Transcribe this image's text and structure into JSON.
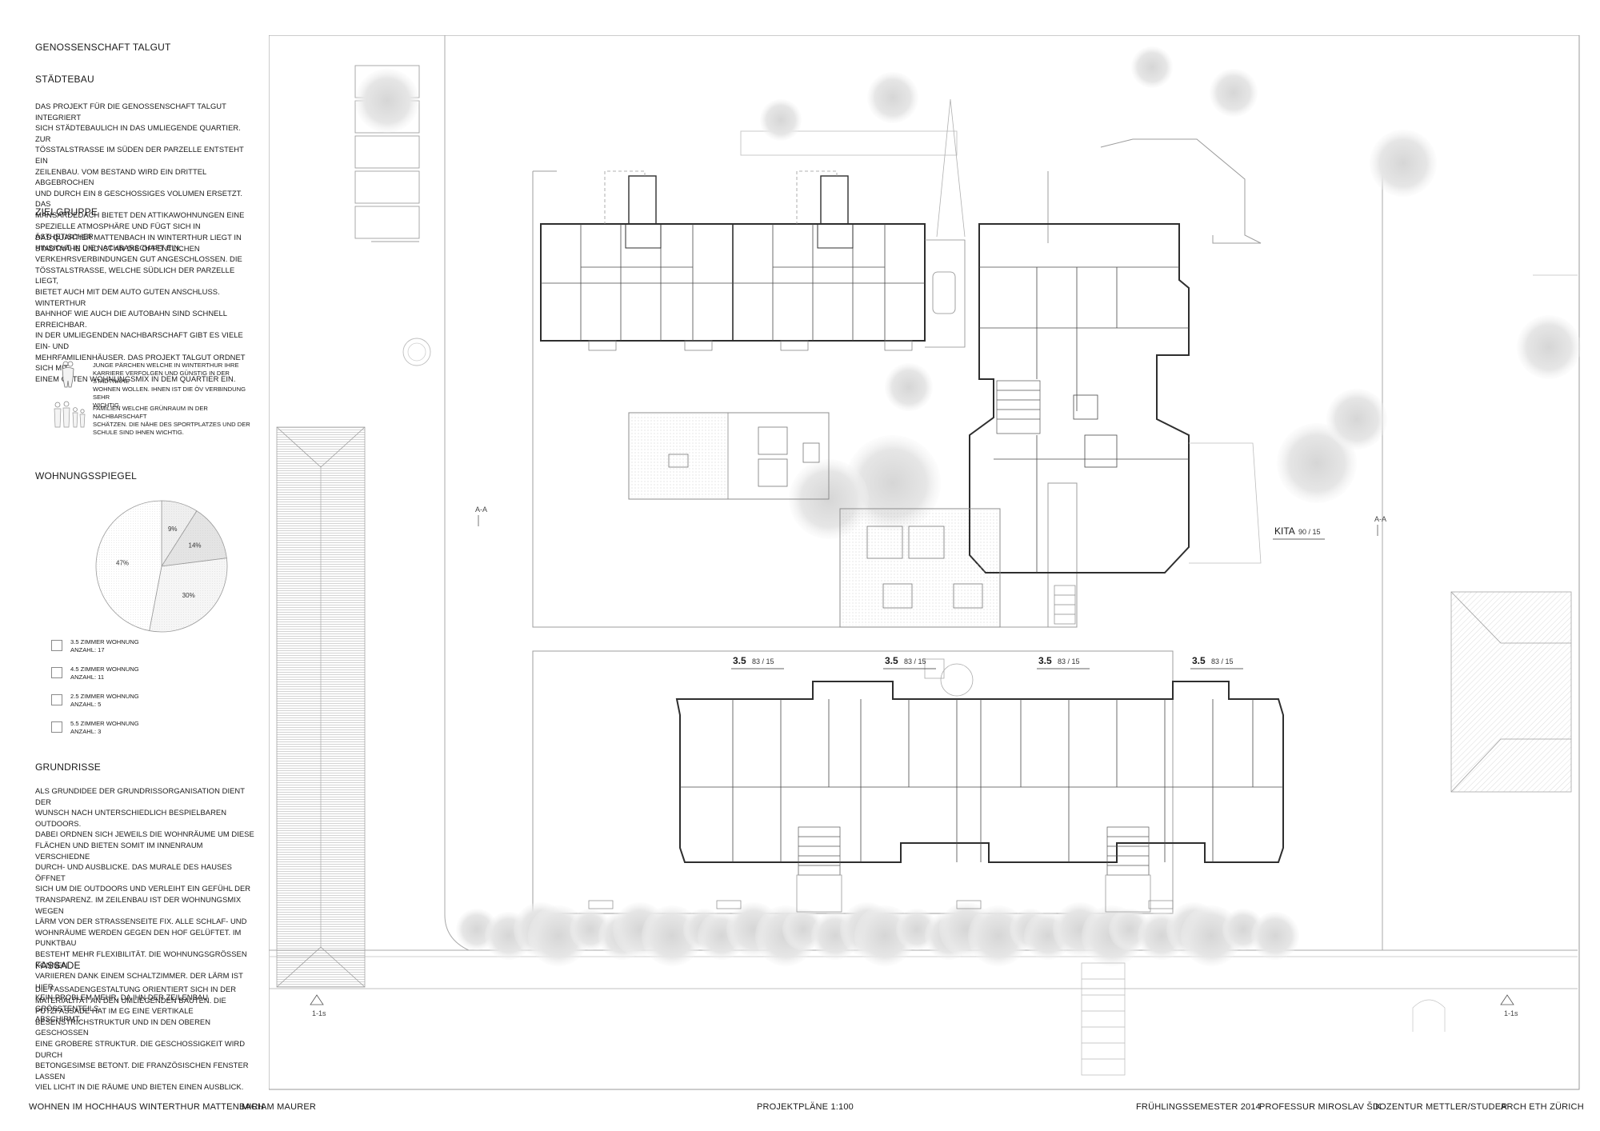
{
  "sidebar": {
    "project_title": "GENOSSENSCHAFT TALGUT",
    "staedtebau": {
      "heading": "STÄDTEBAU",
      "lines": [
        "DAS PROJEKT FÜR DIE GENOSSENSCHAFT TALGUT INTEGRIERT",
        "SICH STÄDTEBAULICH IN DAS UMLIEGENDE QUARTIER. ZUR",
        "TÖSSTALSTRASSE IM SÜDEN DER PARZELLE ENTSTEHT EIN",
        "ZEILENBAU. VOM BESTAND WIRD EIN DRITTEL ABGEBROCHEN",
        "UND DURCH EIN 8 GESCHOSSIGES VOLUMEN ERSETZT. DAS",
        "MANSARDEDACH BIETET DEN ATTIKAWOHNUNGEN EINE",
        "SPEZIELLE ATMOSPHÄRE UND FÜGT SICH IN ÄSTHETISCHER",
        "HINSICHT IN DIE NACHBARSCHAFT EIN."
      ]
    },
    "zielgruppe": {
      "heading": "ZIELGRUPPE",
      "lines": [
        "DAS QUARTIER MATTENBACH IN WINTERTHUR LIEGT IN",
        "STADTNÄHE UND IST AN DIE ÖFFENTLICHEN",
        "VERKEHRSVERBINDUNGEN GUT ANGESCHLOSSEN. DIE",
        "TÖSSTALSTRASSE, WELCHE SÜDLICH DER PARZELLE LIEGT,",
        "BIETET AUCH MIT DEM AUTO GUTEN ANSCHLUSS. WINTERTHUR",
        "BAHNHOF WIE AUCH DIE AUTOBAHN SIND SCHNELL ERREICHBAR.",
        "IN DER UMLIEGENDEN NACHBARSCHAFT GIBT ES VIELE EIN- UND",
        "MEHRFAMILIENHÄUSER. DAS PROJEKT TALGUT ORDNET SICH MIT",
        "EINEM GUTEN WOHNUNGSMIX IN DEM QUARTIER EIN."
      ],
      "group_couples": [
        "JUNGE PÄRCHEN WELCHE IN WINTERTHUR IHRE",
        "KARRIERE VERFOLGEN UND GÜNSTIG IN DER STADTNÄHE",
        "WOHNEN WOLLEN. IHNEN IST DIE ÖV VERBINDUNG SEHR",
        "WICHTIG."
      ],
      "group_families": [
        "FAMILIEN WELCHE GRÜNRAUM IN DER NACHBARSCHAFT",
        "SCHÄTZEN. DIE NÄHE DES SPORTPLATZES UND DER",
        "SCHULE SIND IHNEN WICHTIG."
      ]
    },
    "wohnungsspiegel": {
      "heading": "WOHNUNGSSPIEGEL",
      "legend": [
        {
          "name": "3.5 ZIMMER WOHNUNG",
          "count": "ANZAHL: 17",
          "fill": "#ffffff"
        },
        {
          "name": "4.5 ZIMMER WOHNUNG",
          "count": "ANZAHL: 11",
          "fill": "#f6f6f6"
        },
        {
          "name": "2.5 ZIMMER WOHNUNG",
          "count": "ANZAHL: 5",
          "fill": "#e4e4e4"
        },
        {
          "name": "5.5 ZIMMER WOHNUNG",
          "count": "ANZAHL: 3",
          "fill": "#efefef"
        }
      ]
    },
    "grundrisse": {
      "heading": "GRUNDRISSE",
      "lines": [
        "ALS GRUNDIDEE DER GRUNDRISSORGANISATION DIENT DER",
        "WUNSCH NACH UNTERSCHIEDLICH BESPIELBAREN OUTDOORS.",
        "DABEI ORDNEN SICH JEWEILS DIE WOHNRÄUME UM DIESE",
        "FLÄCHEN UND BIETEN SOMIT IM INNENRAUM VERSCHIEDNE",
        "DURCH- UND AUSBLICKE. DAS MURALE DES HAUSES ÖFFNET",
        "SICH UM DIE OUTDOORS UND VERLEIHT EIN GEFÜHL DER",
        "TRANSPARENZ. IM ZEILENBAU IST DER WOHNUNGSMIX WEGEN",
        "LÄRM VON DER STRASSENSEITE FIX. ALLE SCHLAF- UND",
        "WOHNRÄUME WERDEN GEGEN DEN HOF GELÜFTET. IM PUNKTBAU",
        "BESTEHT MEHR FLEXIBILITÄT. DIE WOHNUNGSGRÖSSEN KÖNNEN",
        "VARIIEREN DANK EINEM SCHALTZIMMER. DER LÄRM IST HIER",
        "KEIN PROBLEM MEHR, DA IHN DER ZEILENBAU GRÖSSTENTEILS",
        "ABSCHIRMT."
      ]
    },
    "fassade": {
      "heading": "FASSADE",
      "lines": [
        "DIE FASSADENGESTALTUNG ORIENTIERT SICH IN DER",
        "MATERIALITÄT AN DEN UMLIEGENDEN BAUTEN. DIE",
        "PUTZFASSADE HAT IM EG EINE VERTIKALE",
        "BESENSTRICHSTRUKTUR UND IN DEN OBEREN GESCHOSSEN",
        "EINE GROBERE STRUKTUR. DIE GESCHOSSIGKEIT WIRD DURCH",
        "BETONGESIMSE BETONT. DIE FRANZÖSISCHEN FENSTER LASSEN",
        "VIEL LICHT IN DIE RÄUME UND BIETEN EINEN AUSBLICK."
      ]
    }
  },
  "chart_data": {
    "type": "pie",
    "title": "",
    "slices": [
      {
        "label": "9%",
        "value": 9,
        "fill": "#efefef"
      },
      {
        "label": "14%",
        "value": 14,
        "fill": "#e4e4e4"
      },
      {
        "label": "30%",
        "value": 30,
        "fill": "#f6f6f6"
      },
      {
        "label": "47%",
        "value": 47,
        "fill": "#ffffff"
      }
    ]
  },
  "plan": {
    "kita_label": "KITA",
    "kita_area": "90 / 15",
    "unit_type": "3.5",
    "unit_area": "83 / 15",
    "section_aa": "A-A",
    "section_11": "1-1s"
  },
  "footer": {
    "left": "WOHNEN IM HOCHHAUS WINTERTHUR MATTENBACH",
    "author": "MIRIAM MAURER",
    "center": "PROJEKTPLÄNE 1:100",
    "semester": "FRÜHLINGSSEMESTER 2014",
    "professor": "PROFESSUR MIROSLAV ŠIK",
    "dozentur": "DOZENTUR METTLER/STUDER",
    "school": "ARCH  ETH ZÜRICH"
  }
}
